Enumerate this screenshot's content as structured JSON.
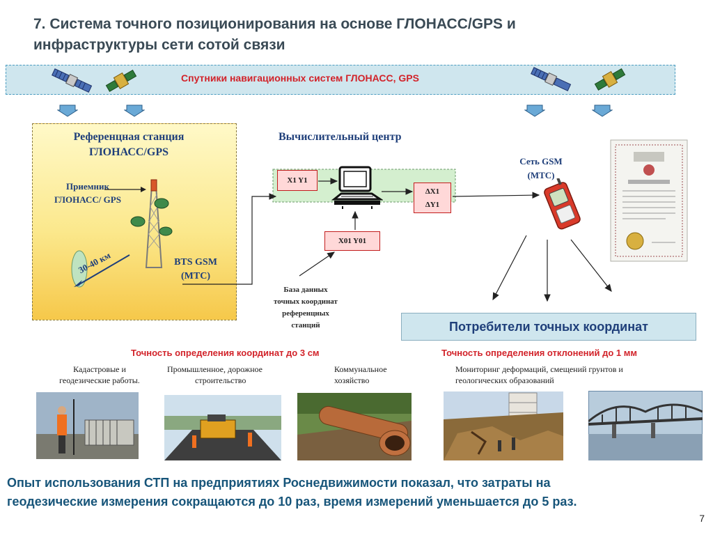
{
  "slide": {
    "title_line1": "7. Система точного позиционирования на основе ГЛОНАСС/GPS и",
    "title_line2": "инфраструктуры сети сотой связи",
    "page_number": "7"
  },
  "satellites": {
    "label": "Спутники  навигационных систем ГЛОНАСС, GPS"
  },
  "reference_station": {
    "title_line1": "Референцная станция",
    "title_line2": "ГЛОНАСС/GPS",
    "receiver_line1": "Приемник",
    "receiver_line2": "ГЛОНАСС/ GPS",
    "range": "30-40 км",
    "bts_line1": "BTS GSM",
    "bts_line2": "(МТС)"
  },
  "computing_center": {
    "title": "Вычислительный центр",
    "input_box": "X1 Y1",
    "output_box_line1": "ΔX1",
    "output_box_line2": "ΔY1",
    "reference_box": "X01 Y01"
  },
  "database": {
    "line1": "База данных",
    "line2": "точных координат",
    "line3": "референцных",
    "line4": "станций"
  },
  "gsm_network": {
    "line1": "Сеть GSM",
    "line2": "(МТС)"
  },
  "consumers": {
    "label": "Потребители точных координат"
  },
  "accuracy": {
    "left": "Точность определения координат до 3 см",
    "right": "Точность определения отклонений до 1 мм"
  },
  "applications": {
    "cadastral_line1": "Кадастровые и",
    "cadastral_line2": "геодезические  работы.",
    "construction_line1": "Промышленное, дорожное",
    "construction_line2": "строительство",
    "utilities_line1": "Коммунальное",
    "utilities_line2": "хозяйство",
    "monitoring_line1": "Мониторинг деформаций,  смещений грунтов и",
    "monitoring_line2": "геологических образований"
  },
  "conclusion": {
    "line1": "Опыт использования СТП на предприятиях Роснедвижимости показал, что затраты на",
    "line2": "геодезические измерения сокращаются до 10 раз,  время измерений уменьшается до 5 раз."
  },
  "colors": {
    "accent_red": "#d2232a",
    "title_blue": "#1f3f7a",
    "conclusion_blue": "#17557a",
    "band_fill": "#cfe6ee"
  }
}
